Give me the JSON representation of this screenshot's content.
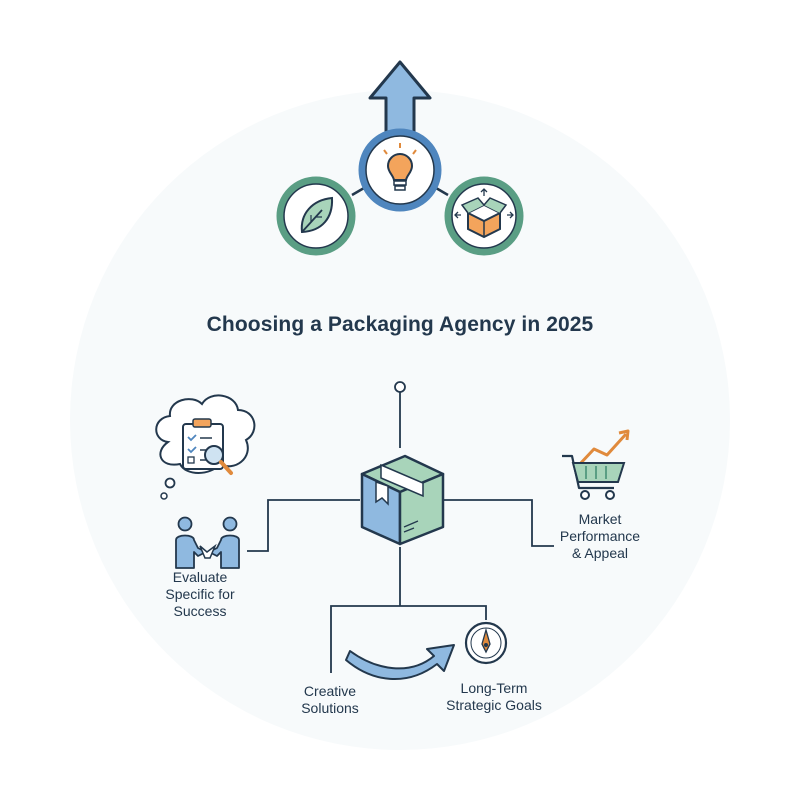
{
  "title": "Choosing a Packaging Agency in 2025",
  "labels": {
    "evaluate": [
      "Evaluate",
      "Specific for",
      "Success"
    ],
    "market": [
      "Market",
      "Performance",
      "& Appeal"
    ],
    "creative": [
      "Creative",
      "Solutions"
    ],
    "long_term": [
      "Long-Term",
      "Strategic Goals"
    ]
  },
  "icons": {
    "top": [
      "up-arrow-icon",
      "lightbulb-icon",
      "leaf-icon",
      "open-box-icon"
    ],
    "bottom": [
      "package-box-icon",
      "checklist-magnifier-icon",
      "handshake-icon",
      "cart-trend-icon",
      "curved-arrow-icon",
      "compass-icon"
    ]
  },
  "colors": {
    "navy": "#23384d",
    "green": "#5a9e84",
    "green_fill": "#a8d4ba",
    "blue": "#4f86be",
    "blue_fill": "#8fb9e0",
    "orange": "#e08a3c"
  }
}
